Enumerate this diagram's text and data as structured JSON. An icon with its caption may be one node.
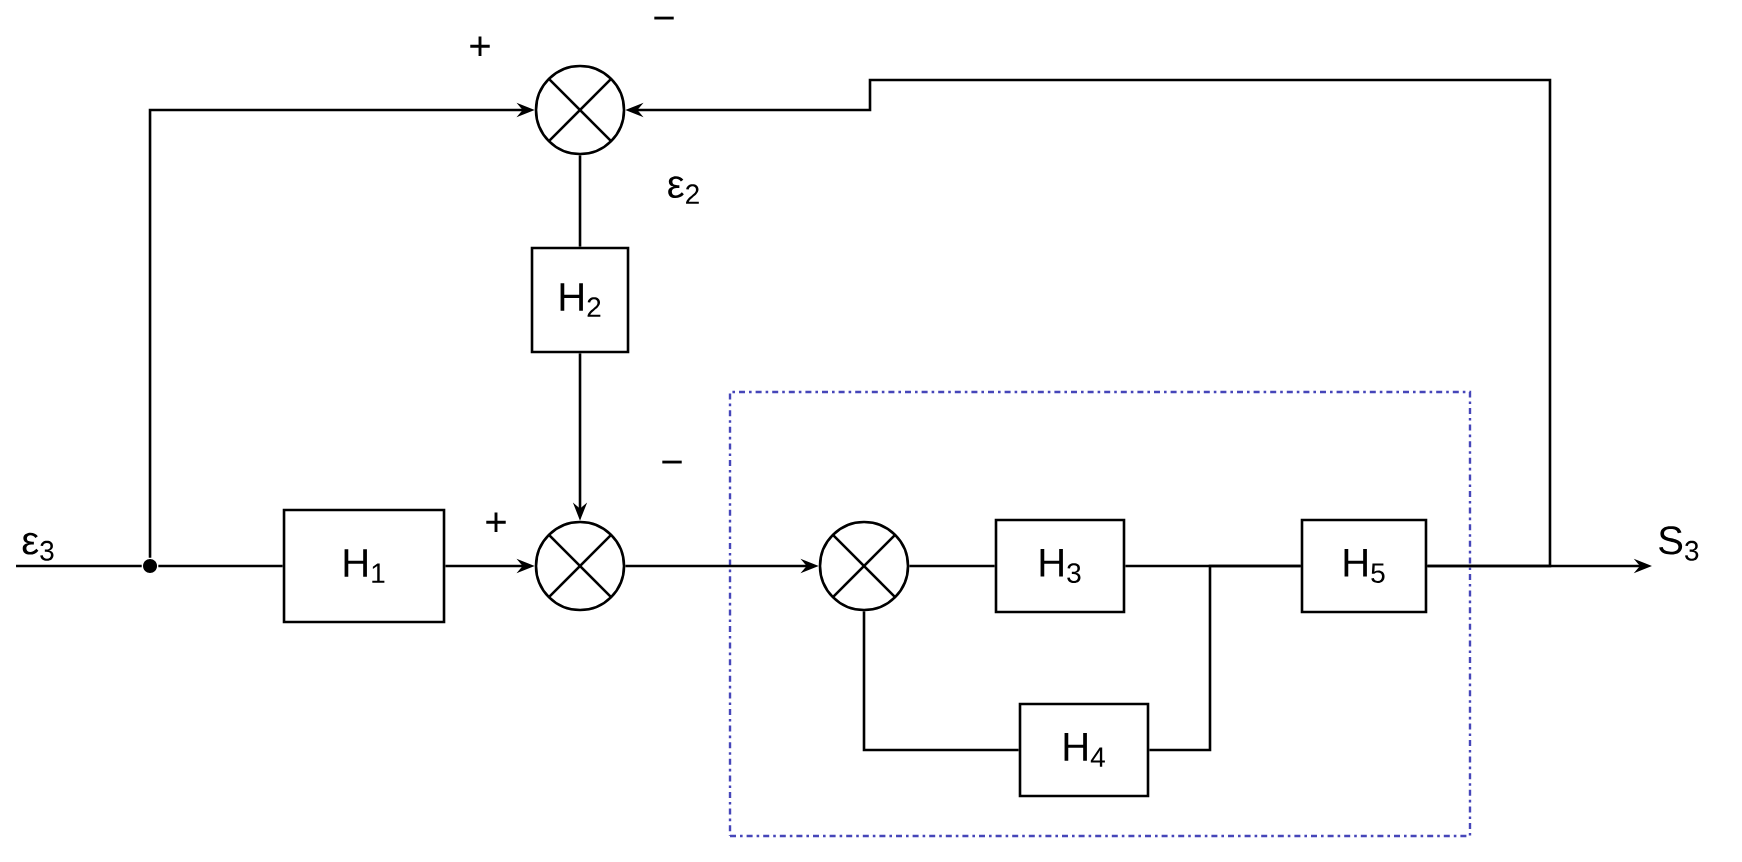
{
  "diagram": {
    "nodes": [
      {
        "text": [
          "ε$_{3}$"
        ]
      },
      {
        "text": [],
        "shape": "circle"
      },
      {
        "text": [],
        "shape": "circle",
        "beside": [
          "+",
          "−",
          "ε$_{2}$"
        ]
      },
      {
        "text": [
          "H$_{2}$"
        ]
      },
      {
        "text": [
          "H$_{1}$"
        ]
      },
      {
        "text": [],
        "shape": "circle",
        "beside": [
          "+",
          "−"
        ]
      },
      {
        "text": [],
        "shape": "box"
      },
      {
        "text": [],
        "shape": "circle",
        "in": 6
      },
      {
        "text": [
          "H$_{3}$"
        ],
        "in": 6
      },
      {
        "text": [
          "H$_{4}$"
        ],
        "in": 6
      },
      {
        "text": [
          "H$_{5}$"
        ],
        "in": 6
      },
      {
        "text": [
          "S$_{3}$"
        ]
      }
    ],
    "edges": [
      {
        "from": 0,
        "to": 1,
        "arrow": "none"
      },
      {
        "from": 1,
        "to": 2,
        "arrow": "to"
      },
      {
        "from": 1,
        "to": 4,
        "arrow": "none"
      },
      {
        "from": 2,
        "to": 3,
        "arrow": "none"
      },
      {
        "from": 3,
        "to": 5,
        "arrow": "to"
      },
      {
        "from": 4,
        "to": 5,
        "arrow": "to"
      },
      {
        "from": 5,
        "to": 7,
        "arrow": "to"
      },
      {
        "from": 7,
        "to": 8,
        "arrow": "none"
      },
      {
        "from": 7,
        "to": 9,
        "arrow": "none"
      },
      {
        "from": 8,
        "to": 10,
        "arrow": "none"
      },
      {
        "from": 9,
        "to": 10,
        "arrow": "none"
      },
      {
        "from": 10,
        "to": 11,
        "arrow": "to"
      },
      {
        "from": 10,
        "to": 2,
        "arrow": "to"
      }
    ]
  }
}
